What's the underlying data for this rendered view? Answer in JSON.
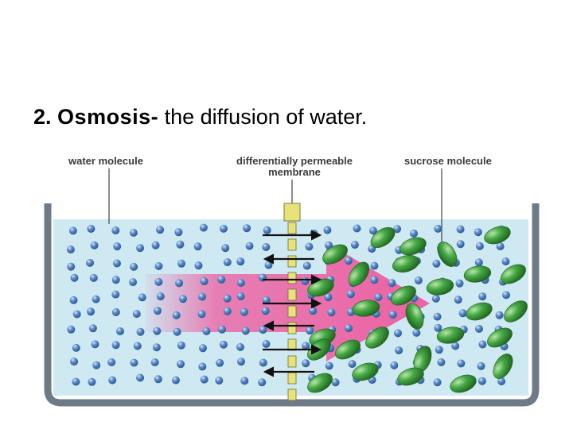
{
  "heading": {
    "number": "2.",
    "term": "Osmosis-",
    "definition": "the diffusion of water."
  },
  "labels": {
    "water_molecule": "water molecule",
    "membrane_line1": "differentially permeable",
    "membrane_line2": "membrane",
    "sucrose_molecule": "sucrose molecule"
  },
  "colors": {
    "water_fill": "#cfe9f3",
    "container_wall": "#6e7b87",
    "water_molecule": "#4a78b4",
    "sucrose_molecule": "#3a9a3a",
    "diffusion_arrow": "#ee5a9e",
    "membrane": "#e8e27a"
  }
}
